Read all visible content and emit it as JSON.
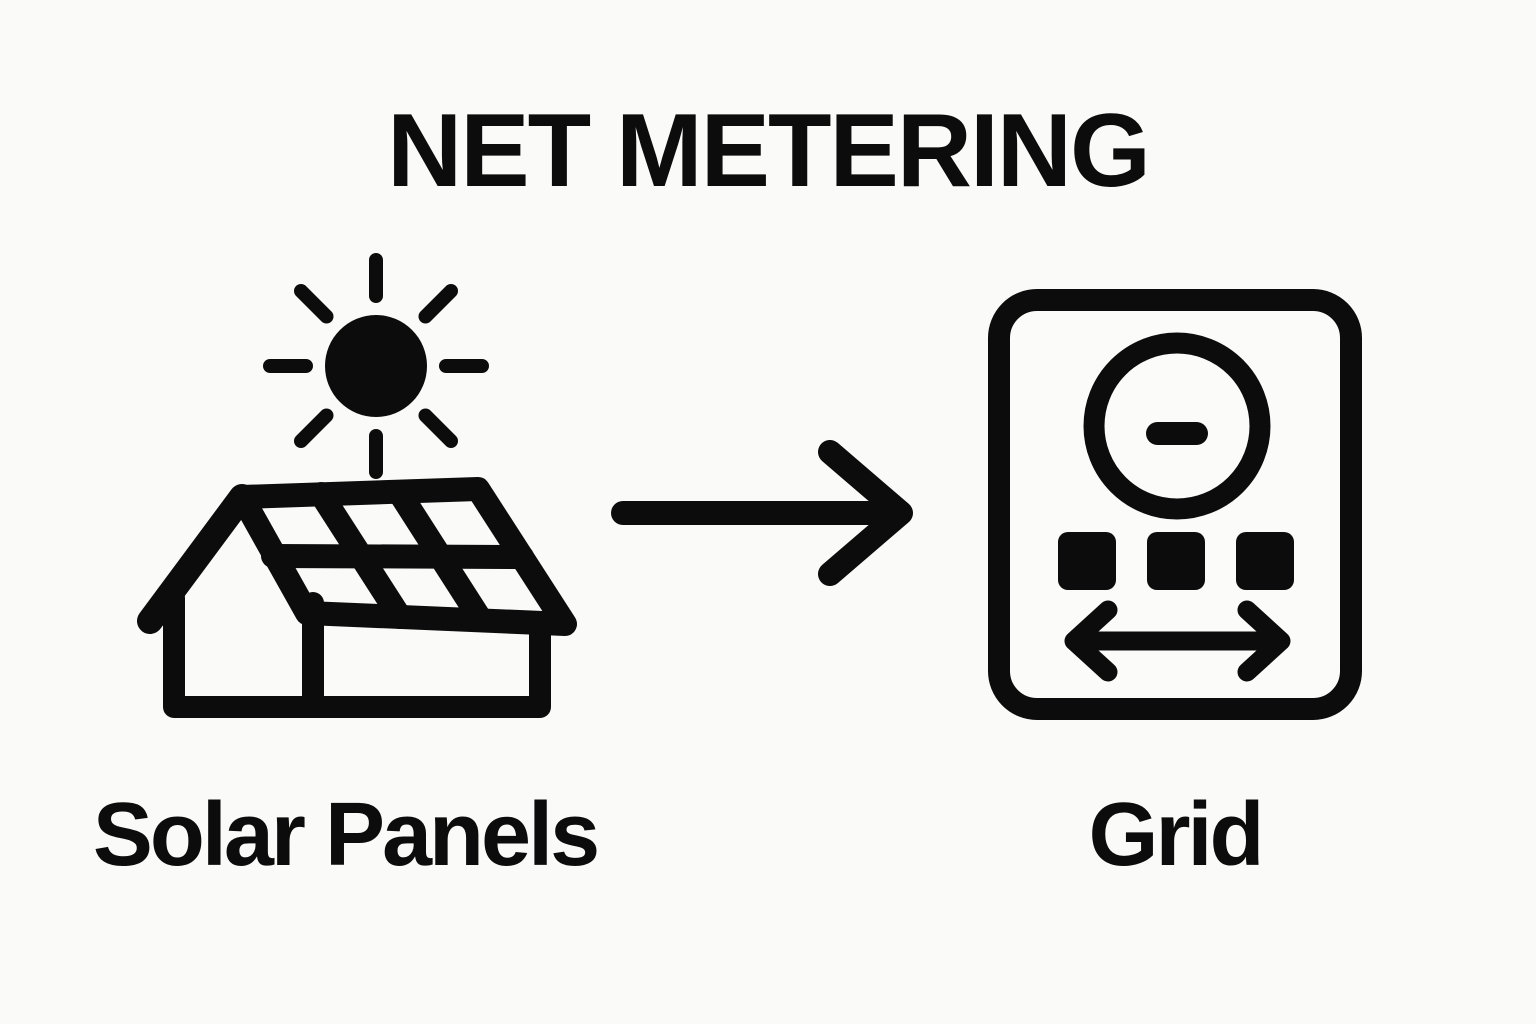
{
  "title": "NET METERING",
  "diagram": {
    "source": {
      "label": "Solar Panels",
      "icon": "solar-house-with-sun-icon"
    },
    "flow": {
      "icon": "right-arrow-icon",
      "direction": "left-to-right"
    },
    "target": {
      "label": "Grid",
      "icon": "electric-meter-icon"
    }
  },
  "colors": {
    "ink": "#0c0c0c",
    "bg": "#fafaf8",
    "panel-fill": "#fbfbfa"
  }
}
